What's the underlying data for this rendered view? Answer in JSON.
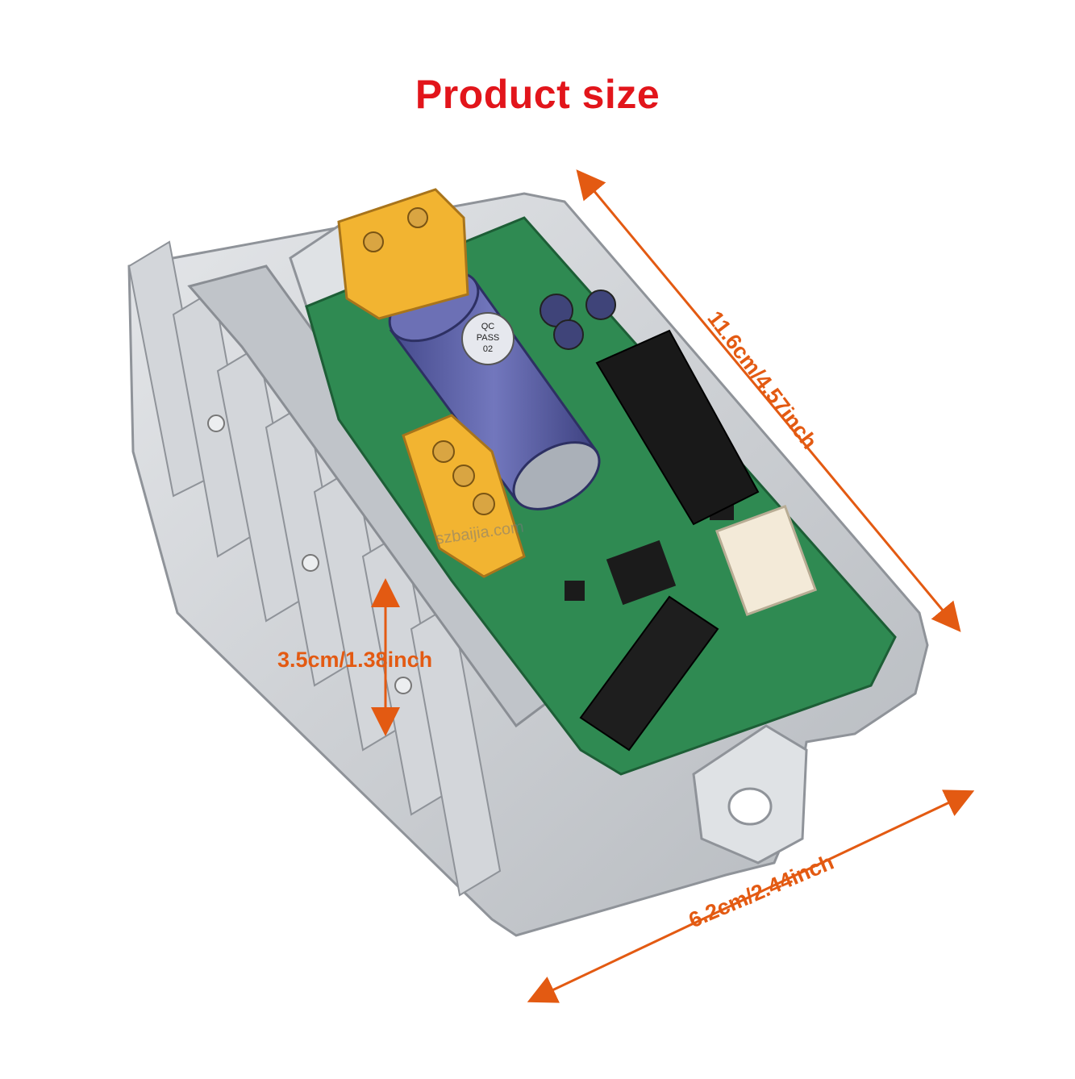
{
  "title": "Product size",
  "dimensions": {
    "length": "11.6cm/4.57inch",
    "width": "6.2cm/2.44inch",
    "height": "3.5cm/1.38inch"
  },
  "watermark": "szbaijia.com",
  "capacitor": {
    "qc_line1": "QC",
    "qc_line2": "PASS",
    "qc_line3": "02"
  },
  "colors": {
    "title": "#e2151b",
    "dimension_text": "#e35a12",
    "arrow": "#e35a12",
    "pcb": "#2f8a52",
    "housing": "#c9ccd0",
    "connector_yellow": "#f2b431",
    "capacitor": "#5b5fa8"
  }
}
